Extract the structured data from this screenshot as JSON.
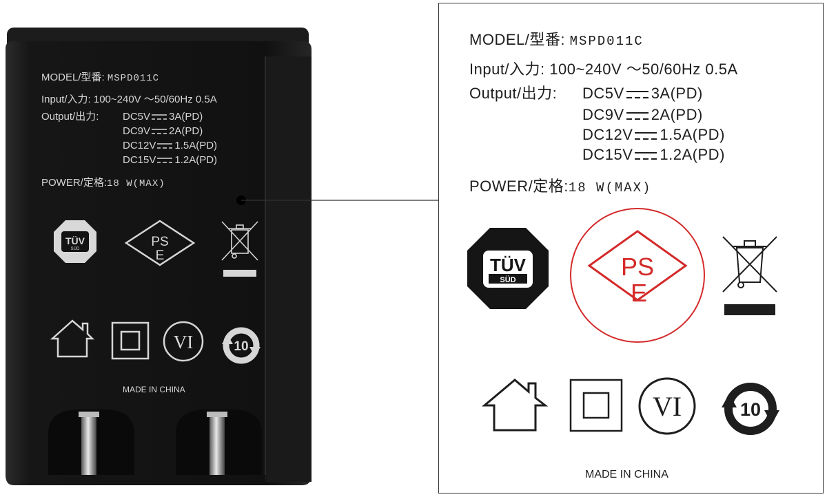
{
  "label": {
    "model_prefix": "MODEL/型番: ",
    "model_value": "MSPD011C",
    "input_line": "Input/入力: 100~240V ～50/60Hz 0.5A",
    "output_prefix": "Output/出力: ",
    "outputs": [
      {
        "voltage": "DC5V",
        "current": "3A(PD)"
      },
      {
        "voltage": "DC9V",
        "current": "2A(PD)"
      },
      {
        "voltage": "DC12V",
        "current": "1.5A(PD)"
      },
      {
        "voltage": "DC15V",
        "current": "1.2A(PD)"
      }
    ],
    "power_prefix": "POWER/定格:",
    "power_value": "18 W(MAX)",
    "made_in": "MADE IN CHINA"
  },
  "marks": {
    "tuv_top": "TÜV",
    "tuv_bottom": "SÜD",
    "pse_top": "PS",
    "pse_bottom": "E",
    "vi": "VI",
    "recycle_number": "10"
  },
  "colors": {
    "charger_body": "#131313",
    "print": "#d6d6d6",
    "pse_red": "#d42a2a",
    "label_text": "#1e1e1e"
  },
  "icons": [
    "tuv-sud-icon",
    "pse-icon",
    "weee-bin-icon",
    "indoor-use-house-icon",
    "double-insulation-icon",
    "efficiency-vi-icon",
    "recycle-10-icon"
  ]
}
